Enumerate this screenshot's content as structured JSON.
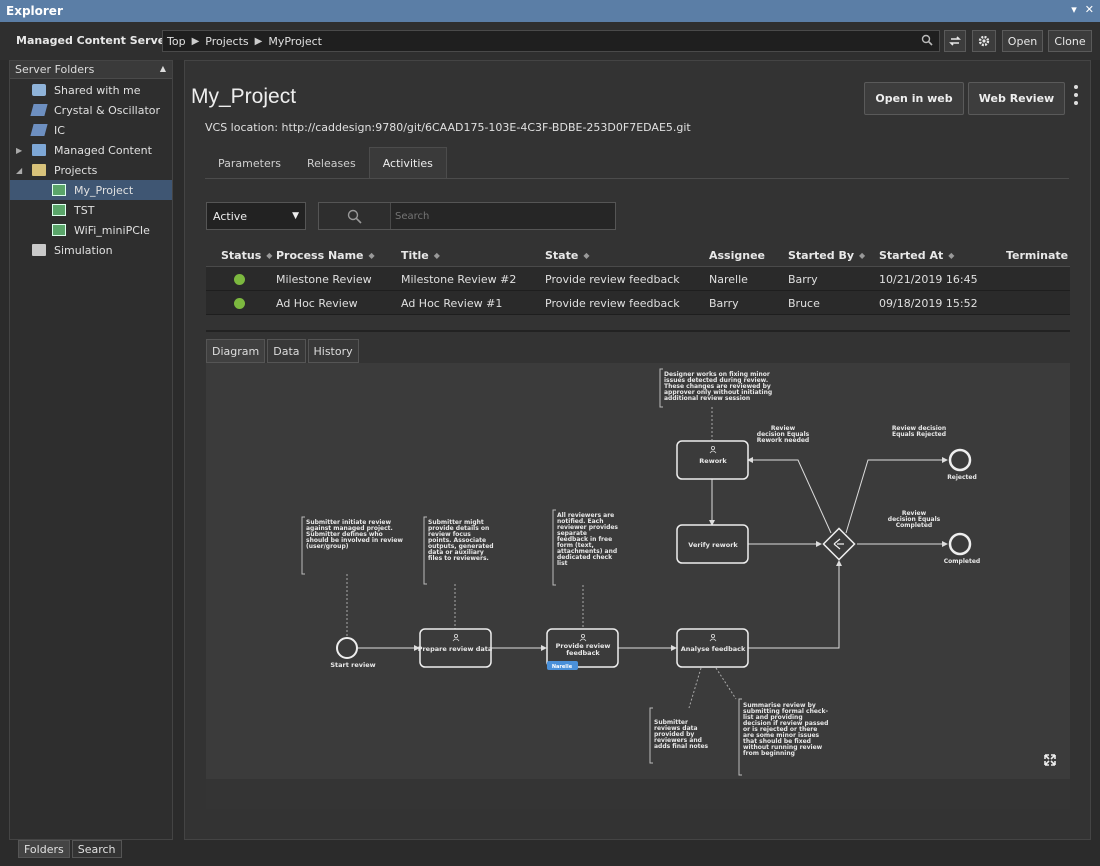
{
  "window": {
    "title": "Explorer"
  },
  "toolbar": {
    "server": "Managed Content Server",
    "breadcrumb": [
      "Top",
      "Projects",
      "MyProject"
    ],
    "open_label": "Open",
    "clone_label": "Clone"
  },
  "left_panel": {
    "header": "Server Folders",
    "items": [
      {
        "label": "Shared with me",
        "icon": "shared-icon"
      },
      {
        "label": "Crystal & Oscillator",
        "icon": "component-icon"
      },
      {
        "label": "IC",
        "icon": "component-icon"
      },
      {
        "label": "Managed Content",
        "icon": "folder-icon"
      },
      {
        "label": "Projects",
        "icon": "projects-icon"
      },
      {
        "label": "My_Project",
        "icon": "project-icon"
      },
      {
        "label": "TST",
        "icon": "project-icon"
      },
      {
        "label": "WiFi_miniPCIe",
        "icon": "project-icon"
      },
      {
        "label": "Simulation",
        "icon": "simulation-icon"
      }
    ],
    "bottom_tabs": [
      "Folders",
      "Search"
    ]
  },
  "main": {
    "title": "My_Project",
    "vcs_location": "VCS location: http://caddesign:9780/git/6CAAD175-103E-4C3F-BDBE-253D0F7EDAE5.git",
    "open_in_web": "Open in web",
    "web_review": "Web Review",
    "tabs": [
      "Parameters",
      "Releases",
      "Activities"
    ],
    "filter_value": "Active",
    "search_placeholder": "Search",
    "columns": [
      "Status",
      "Process Name",
      "Title",
      "State",
      "Assignee",
      "Started By",
      "Started At",
      "Terminate"
    ],
    "rows": [
      {
        "process": "Milestone Review",
        "title": "Milestone Review #2",
        "state": "Provide review feedback",
        "assignee": "Narelle",
        "started_by": "Barry",
        "started_at": "10/21/2019 16:45"
      },
      {
        "process": "Ad Hoc Review",
        "title": "Ad Hoc Review #1",
        "state": "Provide review feedback",
        "assignee": "Barry",
        "started_by": "Bruce",
        "started_at": "09/18/2019 15:52"
      }
    ],
    "subtabs": [
      "Diagram",
      "Data",
      "History"
    ]
  },
  "diagram": {
    "start": "Start review",
    "prepare": "Prepare review data",
    "provide_1": "Provide review",
    "provide_2": "feedback",
    "badge": "Narelle",
    "analyse": "Analyse feedback",
    "rework": "Rework",
    "verify": "Verify rework",
    "rejected": "Rejected",
    "completed": "Completed",
    "cond_rework": [
      "Review",
      "decision Equals",
      "Rework needed"
    ],
    "cond_rejected": [
      "Review decision",
      "Equals Rejected"
    ],
    "cond_completed": [
      "Review",
      "decision Equals",
      "Completed"
    ],
    "note_start": [
      "Submitter initiate review",
      "against managed project.",
      "Submitter defines who",
      "should be involved in review",
      "(user/group)"
    ],
    "note_prepare": [
      "Submitter might",
      "provide details on",
      "review focus",
      "points. Associate",
      "outputs, generated",
      "data or auxiliary",
      "files to reviewers."
    ],
    "note_provide": [
      "All reviewers are",
      "notified. Each",
      "reviewer provides",
      "separate",
      "feedback in free",
      "form (text,",
      "attachments) and",
      "dedicated check",
      "list"
    ],
    "note_rework": [
      "Designer works on fixing minor",
      "issues detected during review.",
      "These changes are reviewed by",
      "approver only without initiating",
      "additional review session"
    ],
    "note_analyse_1": [
      "Submitter",
      "reviews data",
      "provided by",
      "reviewers and",
      "adds final notes"
    ],
    "note_analyse_2": [
      "Summarise review by",
      "submitting formal check-",
      "list and providing",
      "decision if review passed",
      "or is rejected or there",
      "are some minor issues",
      "that should be fixed",
      "without running review",
      "from beginning"
    ]
  }
}
